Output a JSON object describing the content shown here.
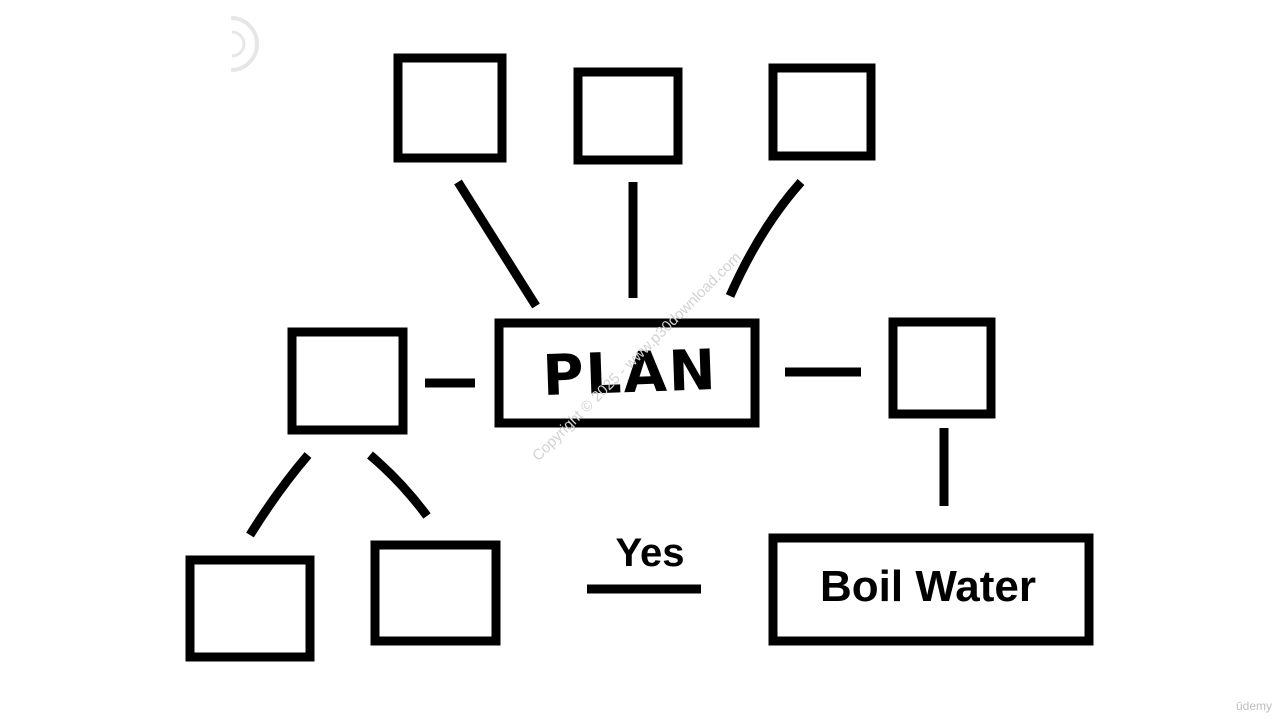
{
  "diagram": {
    "center_label": "PLAN",
    "yes_label": "Yes",
    "action_label": "Boil Water"
  },
  "watermark": "Copyright © 2025 - www.p30download.com",
  "brand": "ūdemy"
}
